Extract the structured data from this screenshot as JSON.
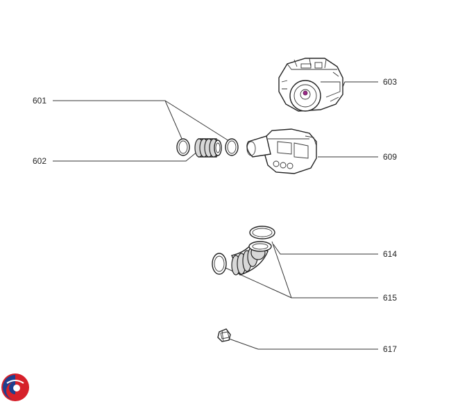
{
  "labels": {
    "p601": "601",
    "p602": "602",
    "p603": "603",
    "p609": "609",
    "p614": "614",
    "p615": "615",
    "p617": "617"
  },
  "colors": {
    "line": "#333333",
    "accent_magenta": "#9b2a86",
    "logo_red": "#d6202a",
    "logo_blue": "#1e3f8f"
  },
  "logo": {
    "icon": "brand-swirl-logo-icon"
  }
}
